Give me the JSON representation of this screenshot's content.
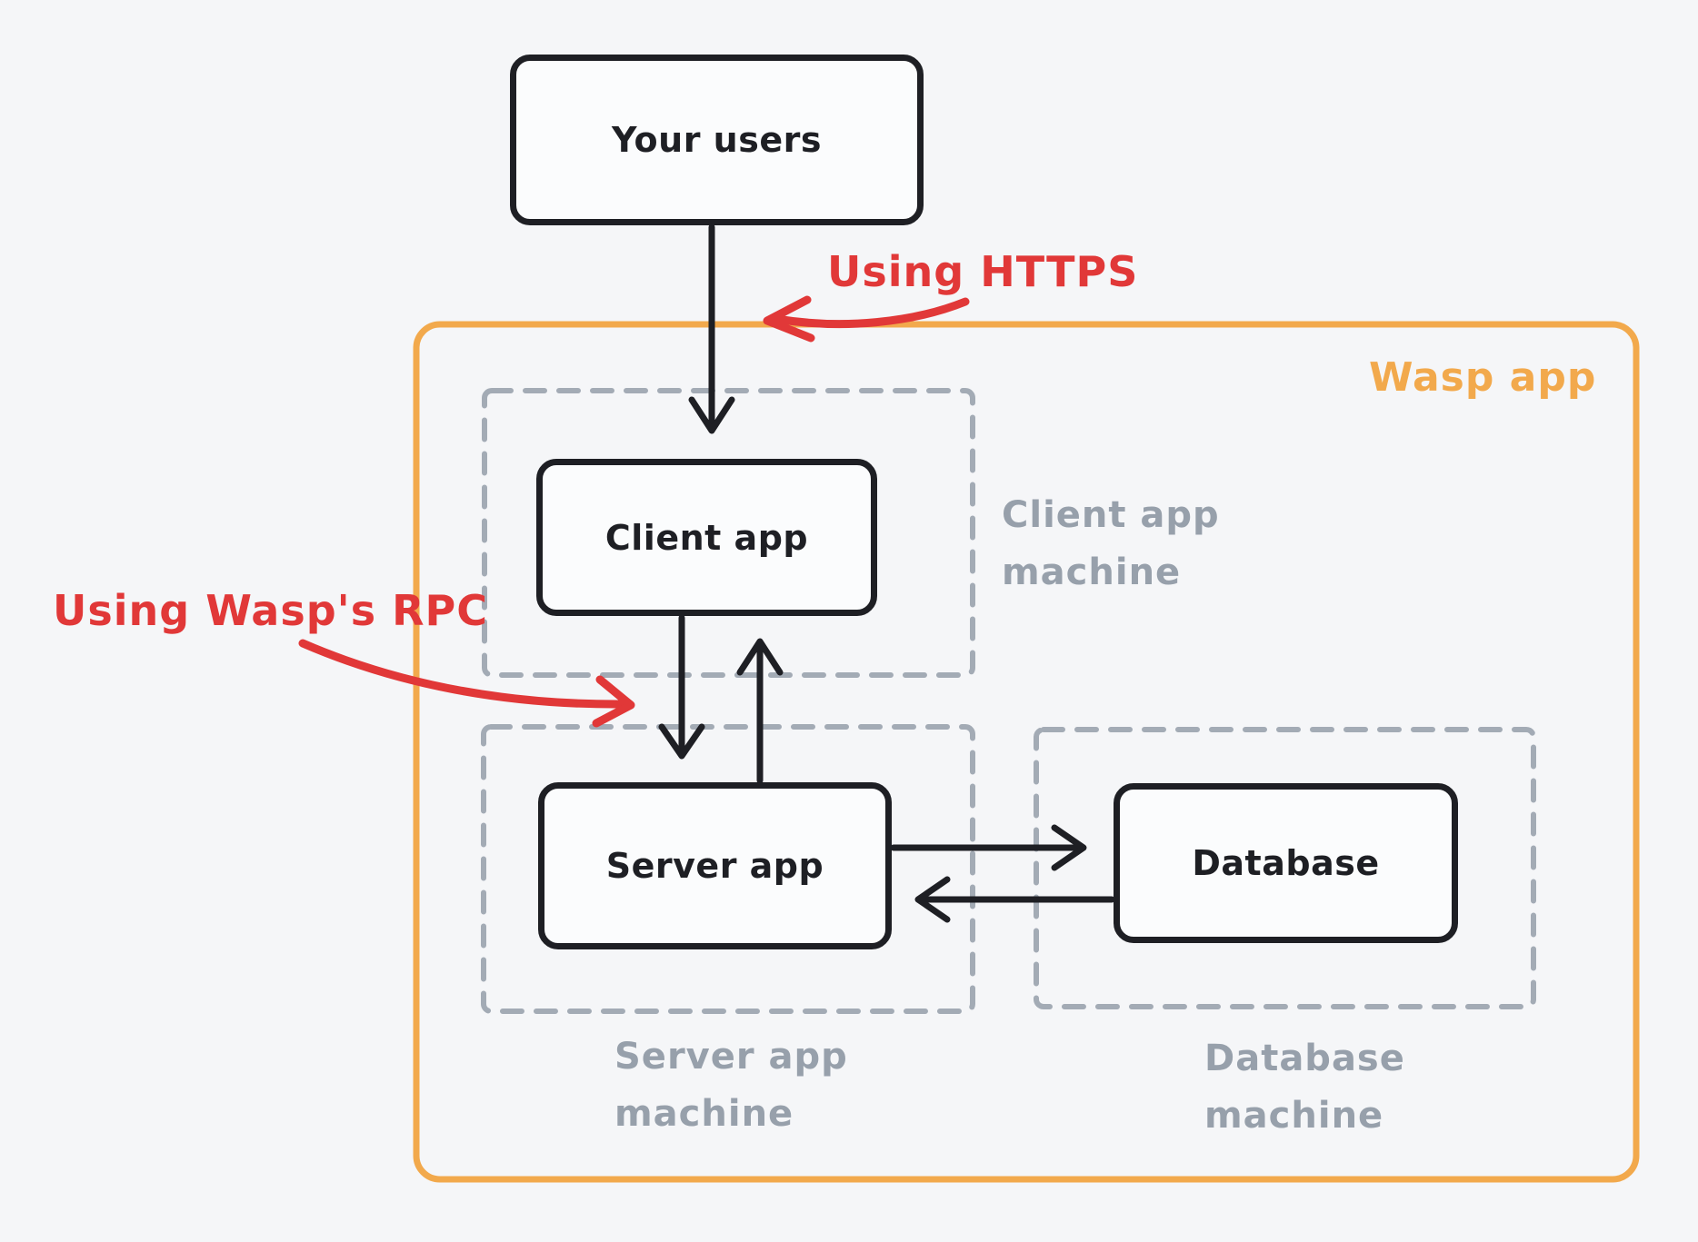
{
  "colors": {
    "background": "#f5f6f8",
    "node_border": "#1e1f24",
    "node_fill": "#fbfcfd",
    "machine_dash": "#a3abb5",
    "machine_label": "#97a0ab",
    "wasp_accent": "#f2a94c",
    "annotation_red": "#e13838"
  },
  "nodes": {
    "your_users": {
      "label": "Your users"
    },
    "client_app": {
      "label": "Client app"
    },
    "server_app": {
      "label": "Server app"
    },
    "database": {
      "label": "Database"
    }
  },
  "containers": {
    "wasp_app": {
      "label": "Wasp app"
    },
    "client_machine": {
      "line1": "Client app",
      "line2": "machine"
    },
    "server_machine": {
      "line1": "Server app",
      "line2": "machine"
    },
    "database_machine": {
      "line1": "Database",
      "line2": "machine"
    }
  },
  "annotations": {
    "https": {
      "label": "Using HTTPS"
    },
    "rpc": {
      "label": "Using Wasp's RPC"
    }
  }
}
